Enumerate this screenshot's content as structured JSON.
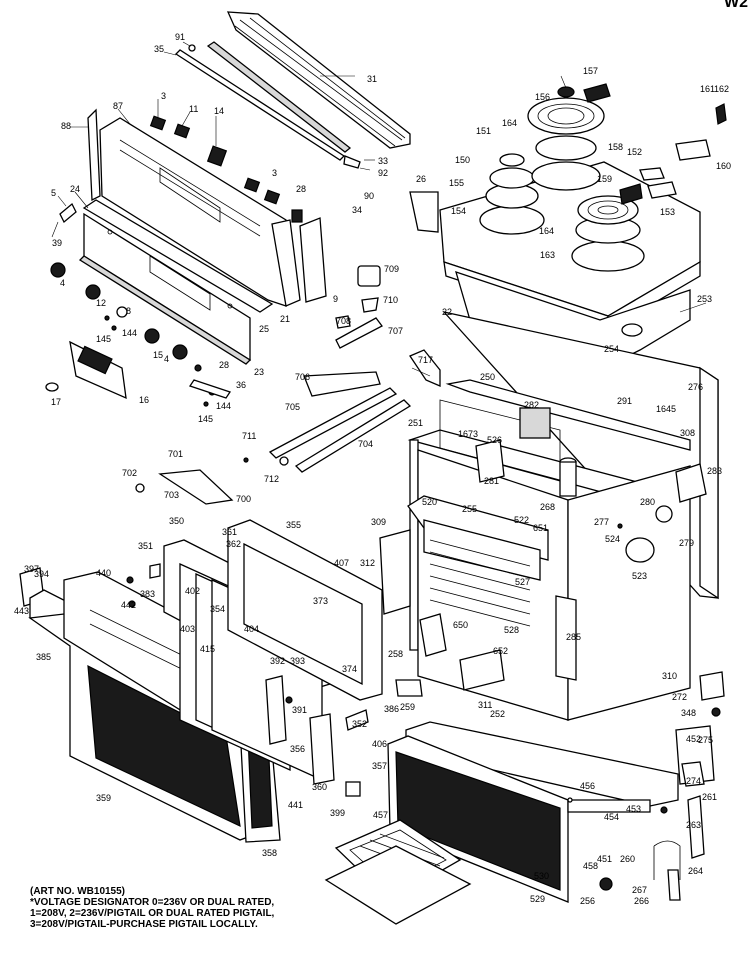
{
  "corner_label": "W2",
  "art_no": "(ART NO. WB10155)",
  "voltage_note": [
    "*VOLTAGE DESIGNATOR 0=236V OR DUAL RATED,",
    "1=208V, 2=236V/PIGTAIL OR DUAL RATED PIGTAIL,",
    "3=208V/PIGTAIL-PURCHASE PIGTAIL LOCALLY."
  ],
  "part_callouts": [
    "91",
    "35",
    "31",
    "3",
    "11",
    "14",
    "87",
    "88",
    "3",
    "33",
    "92",
    "5",
    "24",
    "28",
    "90",
    "34",
    "39",
    "4",
    "12",
    "8",
    "25",
    "21",
    "9",
    "709",
    "710",
    "708",
    "707",
    "717",
    "22",
    "145",
    "144",
    "15",
    "4",
    "28",
    "36",
    "23",
    "16",
    "144",
    "145",
    "17",
    "706",
    "705",
    "704",
    "711",
    "712",
    "702",
    "701",
    "703",
    "700",
    "157",
    "156",
    "161",
    "162",
    "151",
    "164",
    "158",
    "152",
    "160",
    "150",
    "155",
    "26",
    "159",
    "153",
    "154",
    "164",
    "163",
    "253",
    "254",
    "250",
    "276",
    "1673",
    "282",
    "291",
    "1645",
    "308",
    "251",
    "526",
    "283",
    "281",
    "268",
    "277",
    "520",
    "255",
    "522",
    "651",
    "280",
    "524",
    "279",
    "523",
    "312",
    "309",
    "527",
    "650",
    "528",
    "652",
    "285",
    "258",
    "259",
    "311",
    "252",
    "310",
    "272",
    "348",
    "386",
    "350",
    "361",
    "355",
    "351",
    "362",
    "407",
    "397",
    "394",
    "440",
    "383",
    "402",
    "373",
    "442",
    "354",
    "443",
    "403",
    "404",
    "374",
    "385",
    "415",
    "392",
    "393",
    "391",
    "352",
    "359",
    "356",
    "406",
    "357",
    "360",
    "441",
    "358",
    "399",
    "457",
    "452",
    "275",
    "456",
    "274",
    "453",
    "261",
    "454",
    "263",
    "451",
    "260",
    "530",
    "264",
    "458",
    "267",
    "529",
    "256",
    "266"
  ]
}
